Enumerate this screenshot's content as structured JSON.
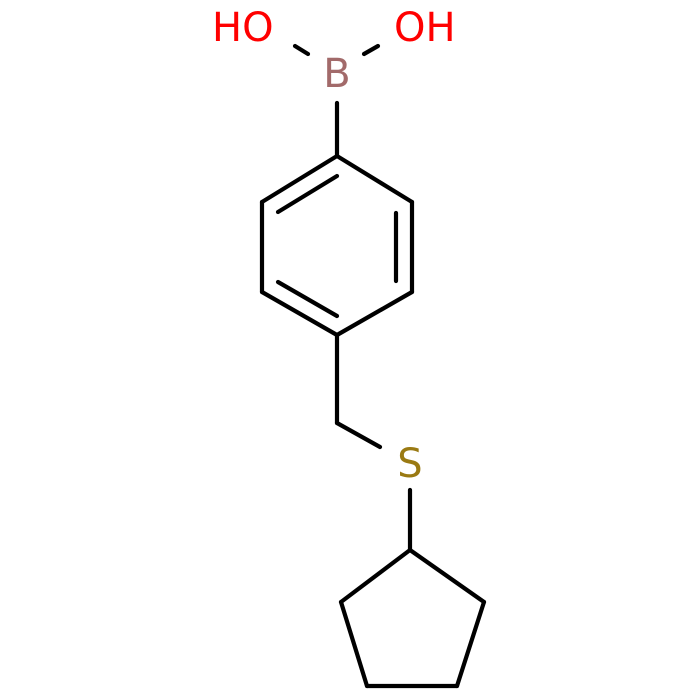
{
  "molecule": {
    "atoms": {
      "oh_left": {
        "label": "HO",
        "color": "#ff0000"
      },
      "oh_right": {
        "label": "OH",
        "color": "#ff0000"
      },
      "boron": {
        "label": "B",
        "color": "#a26a6a"
      },
      "sulfur": {
        "label": "S",
        "color": "#9a7a13"
      }
    }
  }
}
